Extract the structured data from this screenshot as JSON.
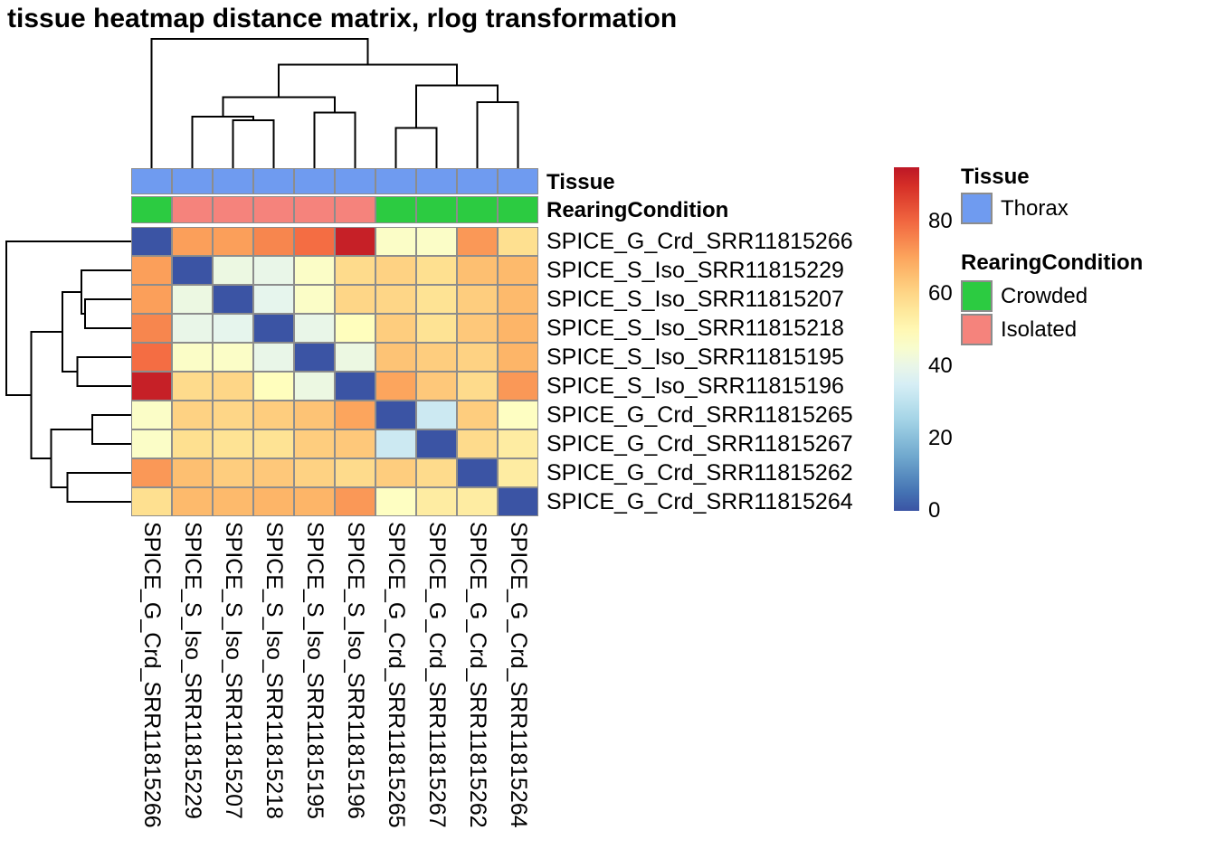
{
  "title": "tissue heatmap distance matrix, rlog transformation",
  "chart_data": {
    "type": "heatmap",
    "title": "tissue heatmap distance matrix, rlog transformation",
    "samples": [
      "SPICE_G_Crd_SRR11815266",
      "SPICE_S_Iso_SRR11815229",
      "SPICE_S_Iso_SRR11815207",
      "SPICE_S_Iso_SRR11815218",
      "SPICE_S_Iso_SRR11815195",
      "SPICE_S_Iso_SRR11815196",
      "SPICE_G_Crd_SRR11815265",
      "SPICE_G_Crd_SRR11815267",
      "SPICE_G_Crd_SRR11815262",
      "SPICE_G_Crd_SRR11815264"
    ],
    "matrix": [
      [
        0,
        71,
        71,
        75,
        79,
        93,
        46,
        46,
        72,
        58
      ],
      [
        71,
        0,
        41,
        40,
        46,
        59,
        61,
        58,
        65,
        66
      ],
      [
        71,
        41,
        0,
        39,
        46,
        60,
        60,
        57,
        62,
        66
      ],
      [
        75,
        40,
        39,
        0,
        40,
        48,
        62,
        57,
        63,
        67
      ],
      [
        79,
        46,
        46,
        40,
        0,
        41,
        64,
        62,
        61,
        67
      ],
      [
        93,
        59,
        60,
        48,
        41,
        0,
        70,
        63,
        59,
        72
      ],
      [
        46,
        61,
        60,
        62,
        64,
        70,
        0,
        33,
        62,
        47
      ],
      [
        46,
        58,
        57,
        57,
        62,
        63,
        33,
        0,
        59,
        54
      ],
      [
        72,
        65,
        62,
        63,
        61,
        59,
        62,
        59,
        0,
        54
      ],
      [
        58,
        66,
        66,
        67,
        67,
        72,
        47,
        54,
        54,
        0
      ]
    ],
    "value_domain": [
      0,
      95
    ],
    "colorbar_ticks": [
      0,
      20,
      40,
      60,
      80
    ],
    "colormap_name": "RdYlBu reversed",
    "colormap_stops": [
      "#313695",
      "#4575B4",
      "#74ADD1",
      "#ABD9E9",
      "#E0F3F8",
      "#FFFFBF",
      "#FEE090",
      "#FDAE61",
      "#F46D43",
      "#D73027",
      "#A50026"
    ],
    "colormap_domain": [
      -5,
      100
    ],
    "column_annotations": [
      {
        "name": "Tissue",
        "values": [
          "Thorax",
          "Thorax",
          "Thorax",
          "Thorax",
          "Thorax",
          "Thorax",
          "Thorax",
          "Thorax",
          "Thorax",
          "Thorax"
        ]
      },
      {
        "name": "RearingCondition",
        "values": [
          "Crowded",
          "Isolated",
          "Isolated",
          "Isolated",
          "Isolated",
          "Isolated",
          "Crowded",
          "Crowded",
          "Crowded",
          "Crowded"
        ]
      }
    ],
    "annotation_colors": {
      "Thorax": "#6F9BF0",
      "Crowded": "#2CCB41",
      "Isolated": "#F5837C"
    },
    "dendrogram_tree": {
      "h": 1.0,
      "c": [
        {
          "leaf": 0
        },
        {
          "h": 0.8,
          "c": [
            {
              "h": 0.55,
              "c": [
                {
                  "h": 0.4,
                  "c": [
                    {
                      "leaf": 1
                    },
                    {
                      "h": 0.37,
                      "c": [
                        {
                          "leaf": 2
                        },
                        {
                          "leaf": 3
                        }
                      ]
                    }
                  ]
                },
                {
                  "h": 0.43,
                  "c": [
                    {
                      "leaf": 4
                    },
                    {
                      "leaf": 5
                    }
                  ]
                }
              ]
            },
            {
              "h": 0.64,
              "c": [
                {
                  "h": 0.31,
                  "c": [
                    {
                      "leaf": 6
                    },
                    {
                      "leaf": 7
                    }
                  ]
                },
                {
                  "h": 0.51,
                  "c": [
                    {
                      "leaf": 8
                    },
                    {
                      "leaf": 9
                    }
                  ]
                }
              ]
            }
          ]
        }
      ]
    }
  },
  "legend": {
    "tissue": {
      "title": "Tissue",
      "items": [
        {
          "label": "Thorax",
          "color": "#6F9BF0"
        }
      ]
    },
    "rearing": {
      "title": "RearingCondition",
      "items": [
        {
          "label": "Crowded",
          "color": "#2CCB41"
        },
        {
          "label": "Isolated",
          "color": "#F5837C"
        }
      ]
    }
  },
  "colors": {
    "grid_line": "#8C8C8C",
    "dendrogram": "#000000",
    "background": "#FFFFFF"
  }
}
